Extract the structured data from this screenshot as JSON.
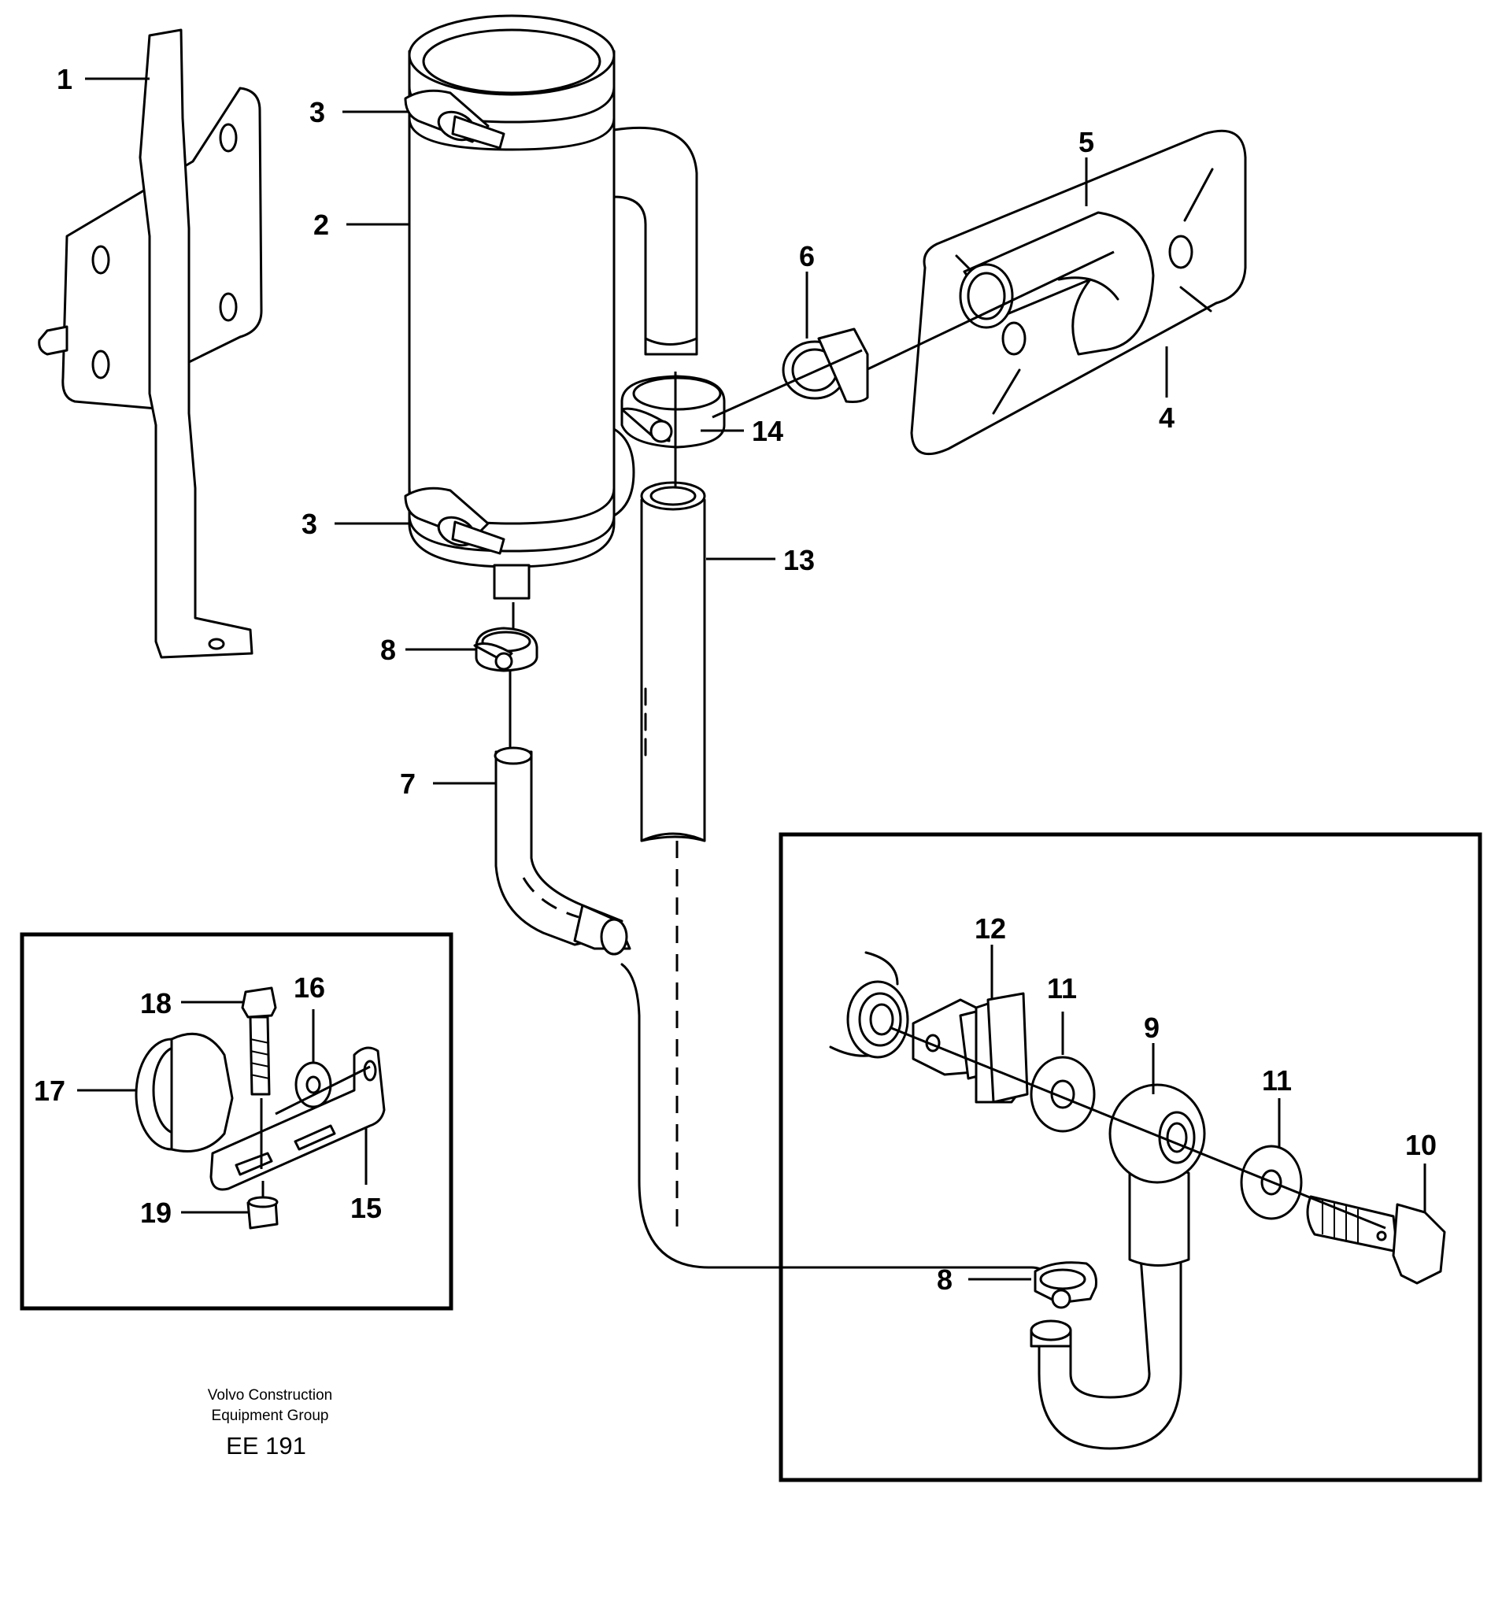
{
  "callouts": {
    "c1": "1",
    "c2": "2",
    "c3a": "3",
    "c3b": "3",
    "c4": "4",
    "c5": "5",
    "c6": "6",
    "c7": "7",
    "c8a": "8",
    "c8b": "8",
    "c9": "9",
    "c10": "10",
    "c11a": "11",
    "c11b": "11",
    "c12": "12",
    "c13": "13",
    "c14": "14",
    "c15": "15",
    "c16": "16",
    "c17": "17",
    "c18": "18",
    "c19": "19"
  },
  "credit": {
    "line1": "Volvo Construction",
    "line2": "Equipment Group",
    "code": "EE 191"
  }
}
